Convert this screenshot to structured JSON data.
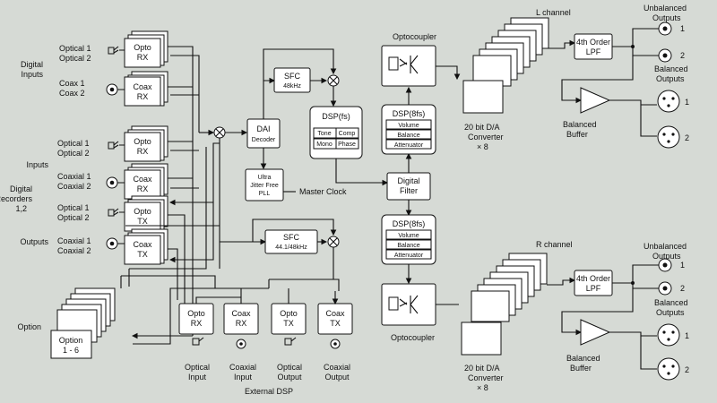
{
  "left_labels": {
    "digital_inputs": [
      "Digital",
      "Inputs"
    ],
    "inputs": "Inputs",
    "digital_recorders": [
      "Digital",
      "Recorders",
      "1,2"
    ],
    "outputs": "Outputs",
    "option": "Option",
    "optical_1": "Optical 1",
    "optical_2": "Optical 2",
    "coaxial_1": "Coaxial 1",
    "coaxial_2": "Coaxial 2",
    "coax_1": "Coax 1",
    "coax_2": "Coax 2"
  },
  "blocks": {
    "opto_rx": [
      "Opto",
      "RX"
    ],
    "coax_rx": [
      "Coax",
      "RX"
    ],
    "opto_tx": [
      "Opto",
      "TX"
    ],
    "coax_tx": [
      "Coax",
      "TX"
    ],
    "option_card": [
      "Option",
      "1 - 6"
    ],
    "dai": [
      "DAI",
      "Decoder"
    ],
    "sfc_top": [
      "SFC",
      "48kHz"
    ],
    "sfc_bottom": [
      "SFC",
      "44.1/48kHz"
    ],
    "pll": [
      "Ultra",
      "Jitter Free",
      "PLL"
    ],
    "master_clock": "Master  Clock",
    "dsp_fs": "DSP(fs)",
    "dsp_fs_cells": [
      "Tone",
      "Comp",
      "Mono",
      "Phase"
    ],
    "digital_filter": [
      "Digital",
      "Filter"
    ],
    "dsp_8fs": "DSP(8fs)",
    "dsp_8fs_cells": [
      "Volume",
      "Balance",
      "Attenuator"
    ],
    "optocoupler": "Optocoupler",
    "dac": [
      "20 bit D/A",
      "Converter",
      "× 8"
    ],
    "lpf": [
      "4th Order",
      "LPF"
    ],
    "balanced_buffer": [
      "Balanced",
      "Buffer"
    ]
  },
  "channels": {
    "l": "L  channel",
    "r": "R  channel"
  },
  "outputs": {
    "unbalanced": [
      "Unbalanced",
      "Outputs"
    ],
    "balanced": [
      "Balanced",
      "Outputs"
    ],
    "n1": "1",
    "n2": "2"
  },
  "external_dsp": {
    "title": "External  DSP",
    "labels": [
      [
        "Optical",
        "Input"
      ],
      [
        "Coaxial",
        "Input"
      ],
      [
        "Optical",
        "Output"
      ],
      [
        "Coaxial",
        "Output"
      ]
    ]
  }
}
